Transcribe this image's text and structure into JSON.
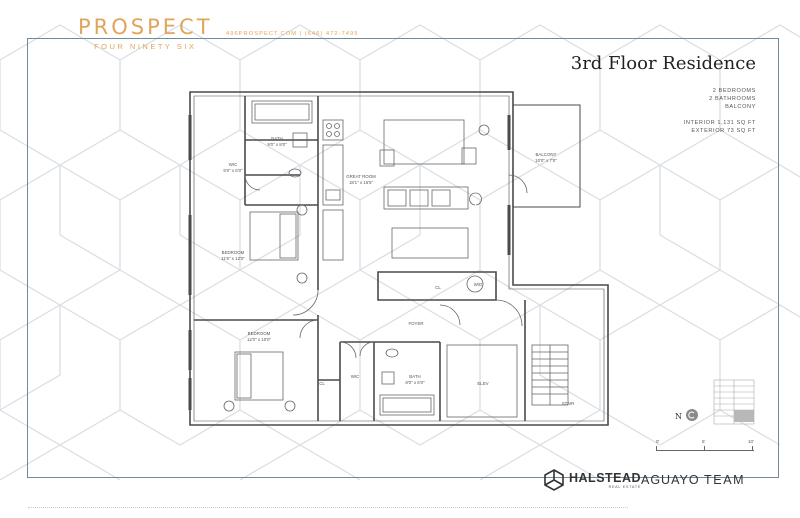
{
  "brand": {
    "title": "PROSPECT",
    "subtitle": "FOUR NINETY SIX",
    "contact": "496PROSPECT.COM  |  (646) 472-7495"
  },
  "header": {
    "title": "3rd Floor Residence",
    "specs": [
      "2 BEDROOMS",
      "2 BATHROOMS",
      "BALCONY"
    ],
    "areas": [
      "INTERIOR 1,131 SQ FT",
      "EXTERIOR 73 SQ FT"
    ]
  },
  "rooms": {
    "bath1": {
      "name": "BATH",
      "size": "9'0\" x 8'0\""
    },
    "wic1": {
      "name": "WIC",
      "size": "5'0\" x 5'0\""
    },
    "great_room": {
      "name": "GREAT ROOM",
      "size": "18'1\" x 16'5\""
    },
    "balcony": {
      "name": "BALCONY",
      "size": "10'0\" x 7'0\""
    },
    "bedroom1": {
      "name": "BEDROOM",
      "size": "11'6\" x 12'0\""
    },
    "cl1": {
      "name": "CL"
    },
    "wd": {
      "name": "W/D"
    },
    "foyer": {
      "name": "FOYER"
    },
    "bedroom2": {
      "name": "BEDROOM",
      "size": "12'0\" x 10'0\""
    },
    "cl2": {
      "name": "CL"
    },
    "wic2": {
      "name": "WIC"
    },
    "bath2": {
      "name": "BATH",
      "size": "8'0\" x 6'0\""
    },
    "elev": {
      "name": "ELEV"
    },
    "stair": {
      "name": "STAIR"
    }
  },
  "compass": {
    "label": "N"
  },
  "scale": {
    "labels": [
      "0'",
      "5'",
      "10'"
    ]
  },
  "footer": {
    "halstead_name": "HALSTEAD",
    "halstead_sub": "REAL ESTATE",
    "aguayo": "AGUAYO",
    "team": "TEAM"
  },
  "colors": {
    "accent": "#e0a55a",
    "frame": "#6f8a9c",
    "pattern": "#d9dfe4",
    "wall": "#4a4a4a"
  }
}
